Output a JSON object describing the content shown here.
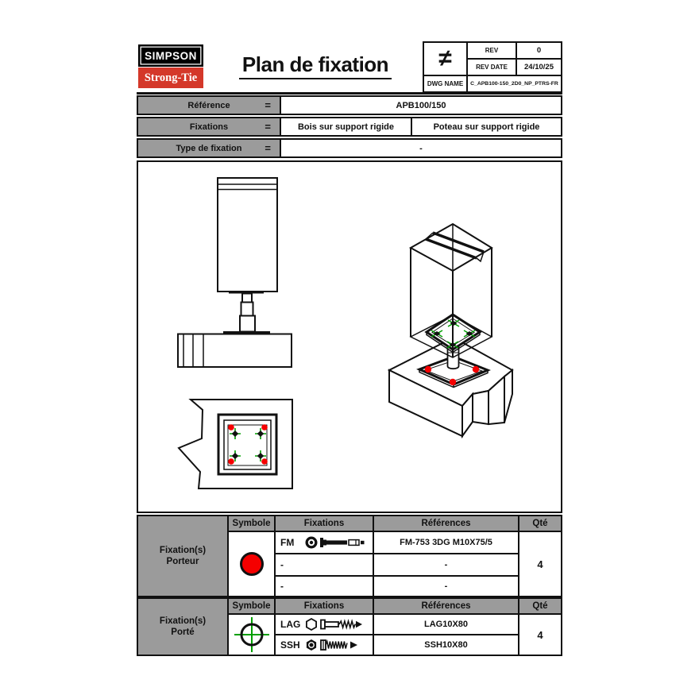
{
  "logo": {
    "line1": "SIMPSON",
    "line2": "Strong-Tie"
  },
  "title": "Plan de fixation",
  "title_block": {
    "not_equal_symbol": "≠",
    "rev_label": "REV",
    "rev_value": "0",
    "rev_date_label": "REV DATE",
    "rev_date_value": "24/10/25",
    "dwg_label": "DWG NAME",
    "dwg_value": "C_APB100-150_2D0_NP_PTRS-FR"
  },
  "info": {
    "rows": [
      {
        "label": "Référence",
        "eq": "=",
        "value": "APB100/150"
      },
      {
        "label": "Fixations",
        "eq": "=",
        "value_left": "Bois sur support rigide",
        "value_right": "Poteau sur support rigide"
      },
      {
        "label": "Type de fixation",
        "eq": "=",
        "value": "-"
      }
    ]
  },
  "tables": [
    {
      "group_line1": "Fixation(s)",
      "group_line2": "Porteur",
      "headers": {
        "symbol": "Symbole",
        "fixations": "Fixations",
        "references": "Références",
        "qty": "Qté"
      },
      "symbol_icon": "red-circle-symbol",
      "rows": [
        {
          "code": "FM",
          "icon": "wedge-anchor-icon",
          "reference": "FM-753 3DG M10X75/5"
        },
        {
          "code": "-",
          "icon": "",
          "reference": "-"
        },
        {
          "code": "-",
          "icon": "",
          "reference": "-"
        }
      ],
      "qty": "4"
    },
    {
      "group_line1": "Fixation(s)",
      "group_line2": "Porté",
      "headers": {
        "symbol": "Symbole",
        "fixations": "Fixations",
        "references": "Références",
        "qty": "Qté"
      },
      "symbol_icon": "crosshair-symbol",
      "rows": [
        {
          "code": "LAG",
          "icon": "lag-screw-icon",
          "reference": "LAG10X80"
        },
        {
          "code": "SSH",
          "icon": "structural-screw-icon",
          "reference": "SSH10X80"
        }
      ],
      "qty": "4"
    }
  ],
  "colors": {
    "brand_red": "#d4382a",
    "marker_red": "#f50000",
    "marker_green": "#00a000",
    "header_gray": "#9b9b9b",
    "line_black": "#111111"
  }
}
